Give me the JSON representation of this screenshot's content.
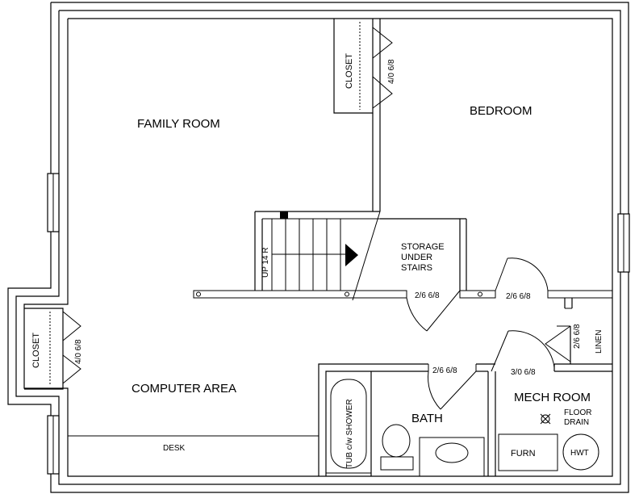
{
  "rooms": {
    "family_room": "FAMILY ROOM",
    "bedroom": "BEDROOM",
    "computer_area": "COMPUTER AREA",
    "bath": "BATH",
    "mech_room": "MECH ROOM",
    "storage_line1": "STORAGE",
    "storage_line2": "UNDER",
    "storage_line3": "STAIRS"
  },
  "closets": {
    "upper_label": "CLOSET",
    "upper_door": "4/0 6/8",
    "left_label": "CLOSET",
    "left_door": "4/0 6/8"
  },
  "stairs": {
    "label": "UP 14 R"
  },
  "doors": {
    "storage": "2/6 6/8",
    "bedroom": "2/6 6/8",
    "linen": "2/6 6/8",
    "bath": "2/6 6/8",
    "mech": "3/0 6/8"
  },
  "fixtures": {
    "linen": "LINEN",
    "tub": "TUB c/w SHOWER",
    "desk": "DESK",
    "furnace": "FURN",
    "water_heater": "HWT",
    "floor_drain_line1": "FLOOR",
    "floor_drain_line2": "DRAIN"
  }
}
